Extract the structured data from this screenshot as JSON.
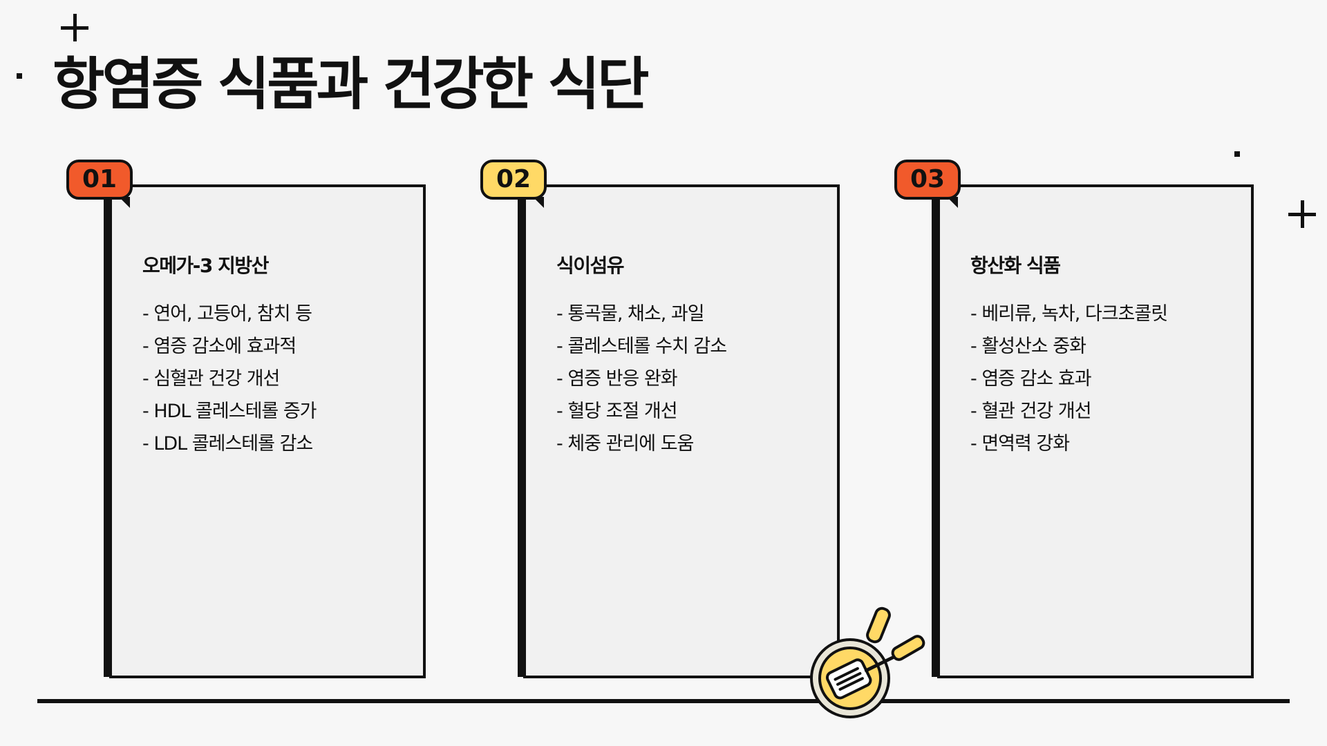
{
  "slide": {
    "title": "항염증 식품과 건강한 식단"
  },
  "cards": [
    {
      "number": "01",
      "badge_color": "#F15A2B",
      "heading": "오메가-3 지방산",
      "items": [
        "- 연어, 고등어, 참치 등",
        "- 염증 감소에 효과적",
        "- 심혈관 건강 개선",
        "- HDL 콜레스테롤 증가",
        "- LDL 콜레스테롤 감소"
      ]
    },
    {
      "number": "02",
      "badge_color": "#FFD966",
      "heading": "식이섬유",
      "items": [
        "- 통곡물, 채소, 과일",
        "- 콜레스테롤 수치 감소",
        "- 염증 반응 완화",
        "- 혈당 조절 개선",
        "- 체중 관리에 도움"
      ]
    },
    {
      "number": "03",
      "badge_color": "#F15A2B",
      "heading": "항산화 식품",
      "items": [
        "- 베리류, 녹차, 다크초콜릿",
        "- 활성산소 중화",
        "- 염증 감소 효과",
        "- 혈관 건강 개선",
        "- 면역력 강화"
      ]
    }
  ],
  "decorations": {
    "icon": "frying-pan-spatula-icon",
    "accent_yellow": "#FFD966",
    "accent_orange": "#F15A2B"
  }
}
